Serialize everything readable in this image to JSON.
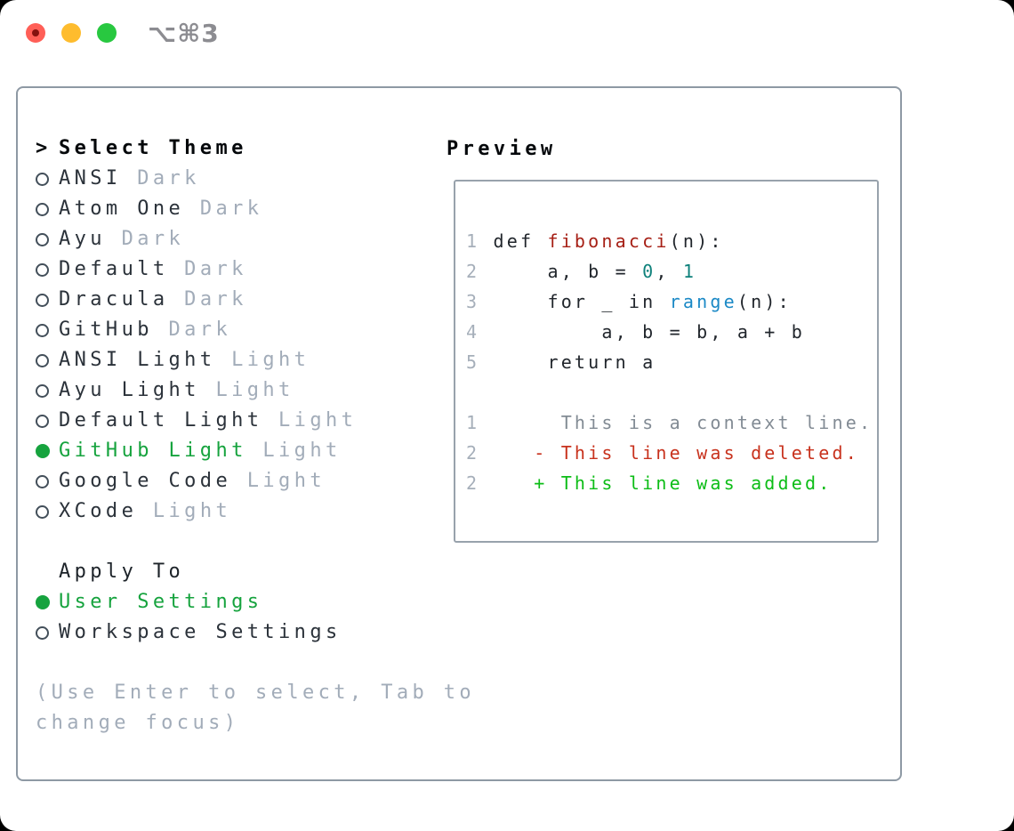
{
  "window": {
    "title": "⌥⌘3",
    "traffic_lights": [
      "close",
      "minimize",
      "zoom"
    ]
  },
  "theme_panel": {
    "header": {
      "prompt": ">",
      "label": "Select Theme"
    },
    "items": [
      {
        "name": "ANSI",
        "variant": "Dark",
        "selected": false
      },
      {
        "name": "Atom One",
        "variant": "Dark",
        "selected": false
      },
      {
        "name": "Ayu",
        "variant": "Dark",
        "selected": false
      },
      {
        "name": "Default",
        "variant": "Dark",
        "selected": false
      },
      {
        "name": "Dracula",
        "variant": "Dark",
        "selected": false
      },
      {
        "name": "GitHub",
        "variant": "Dark",
        "selected": false
      },
      {
        "name": "ANSI Light",
        "variant": "Light",
        "selected": false
      },
      {
        "name": "Ayu Light",
        "variant": "Light",
        "selected": false
      },
      {
        "name": "Default Light",
        "variant": "Light",
        "selected": false
      },
      {
        "name": "GitHub Light",
        "variant": "Light",
        "selected": true
      },
      {
        "name": "Google Code",
        "variant": "Light",
        "selected": false
      },
      {
        "name": "XCode",
        "variant": "Light",
        "selected": false
      }
    ],
    "apply_to": {
      "label": "Apply To",
      "options": [
        {
          "name": "User Settings",
          "selected": true
        },
        {
          "name": "Workspace Settings",
          "selected": false
        }
      ]
    },
    "help_lines": [
      "(Use Enter to select, Tab to",
      "change focus)"
    ]
  },
  "preview": {
    "title": "Preview",
    "code_lines": [
      {
        "num": "1",
        "segments": [
          {
            "t": "def ",
            "c": "plain"
          },
          {
            "t": "fibonacci",
            "c": "fn"
          },
          {
            "t": "(n):",
            "c": "plain"
          }
        ]
      },
      {
        "num": "2",
        "segments": [
          {
            "t": "    a, b = ",
            "c": "plain"
          },
          {
            "t": "0",
            "c": "num"
          },
          {
            "t": ", ",
            "c": "plain"
          },
          {
            "t": "1",
            "c": "num"
          }
        ]
      },
      {
        "num": "3",
        "segments": [
          {
            "t": "    for _ in ",
            "c": "plain"
          },
          {
            "t": "range",
            "c": "call"
          },
          {
            "t": "(n):",
            "c": "plain"
          }
        ]
      },
      {
        "num": "4",
        "segments": [
          {
            "t": "        a, b = b, a + b",
            "c": "plain"
          }
        ]
      },
      {
        "num": "5",
        "segments": [
          {
            "t": "    return a",
            "c": "plain"
          }
        ]
      },
      {
        "num": "",
        "segments": []
      },
      {
        "num": "1",
        "segments": [
          {
            "t": "     This is a context line.",
            "c": "ctx"
          }
        ]
      },
      {
        "num": "2",
        "segments": [
          {
            "t": "   - This line was deleted.",
            "c": "del"
          }
        ]
      },
      {
        "num": "2",
        "segments": [
          {
            "t": "   + This line was added.",
            "c": "add"
          }
        ]
      }
    ]
  },
  "colors": {
    "accent_green": "#16a33e",
    "added_green": "#0dbd17",
    "deleted_red": "#c8321d",
    "function_red": "#a61f15",
    "keyword_fg": "#21262c",
    "builtin_blue": "#1b89c6",
    "number_teal": "#0e817b",
    "context_gray": "#828b94",
    "muted_gray": "#a2acb9",
    "lineno_gray": "#a6afba",
    "text_dark": "#2b323a",
    "circle_outline": "#434f5a",
    "panel_border": "#8e99a4",
    "box_border": "#98a2ac",
    "traffic_red": "#ff5f57",
    "traffic_yellow": "#febc2e",
    "traffic_green": "#28c840",
    "title_gray": "#8c8c91"
  }
}
